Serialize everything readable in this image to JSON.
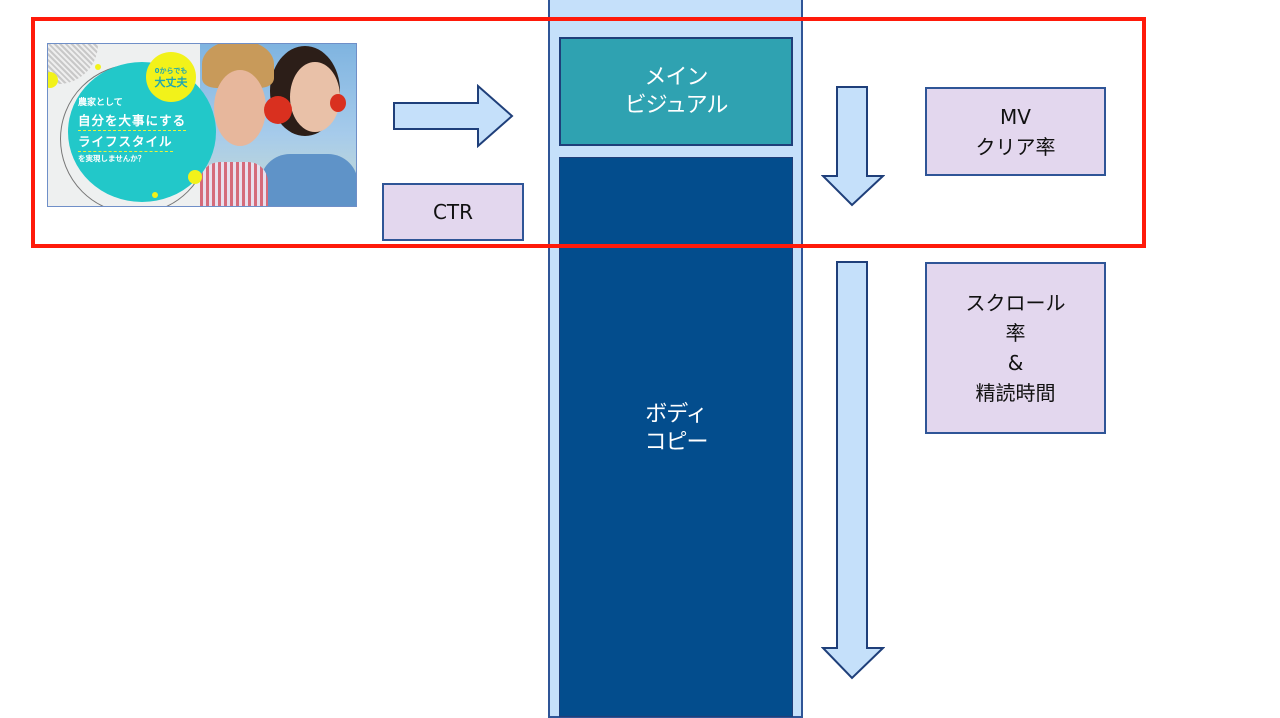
{
  "thumbnail": {
    "badge_line1": "0からでも",
    "badge_line2": "大丈夫",
    "headline_line1": "農家として",
    "headline_line2": "自分を大事にする",
    "headline_line3": "ライフスタイル",
    "headline_line4": "を実現しませんか？"
  },
  "flow": {
    "click_arrow_icon": "right-arrow",
    "mv_arrow_icon": "down-arrow",
    "scroll_arrow_icon": "down-arrow"
  },
  "page_structure": {
    "main_visual_line1": "メイン",
    "main_visual_line2": "ビジュアル",
    "body_copy_line1": "ボディ",
    "body_copy_line2": "コピー"
  },
  "metrics": {
    "ctr": "CTR",
    "mv_clear_line1": "MV",
    "mv_clear_line2": "クリア率",
    "scroll_line1": "スクロール",
    "scroll_line2": "率",
    "scroll_line3": "&",
    "scroll_line4": "精読時間"
  },
  "colors": {
    "highlight": "#ff1a0a",
    "arrow_fill": "#c5e0fa",
    "arrow_stroke": "#1f3f7a",
    "main_visual": "#2fa2b1",
    "body_copy": "#034d8d",
    "metric_box": "#e3d7ee"
  }
}
